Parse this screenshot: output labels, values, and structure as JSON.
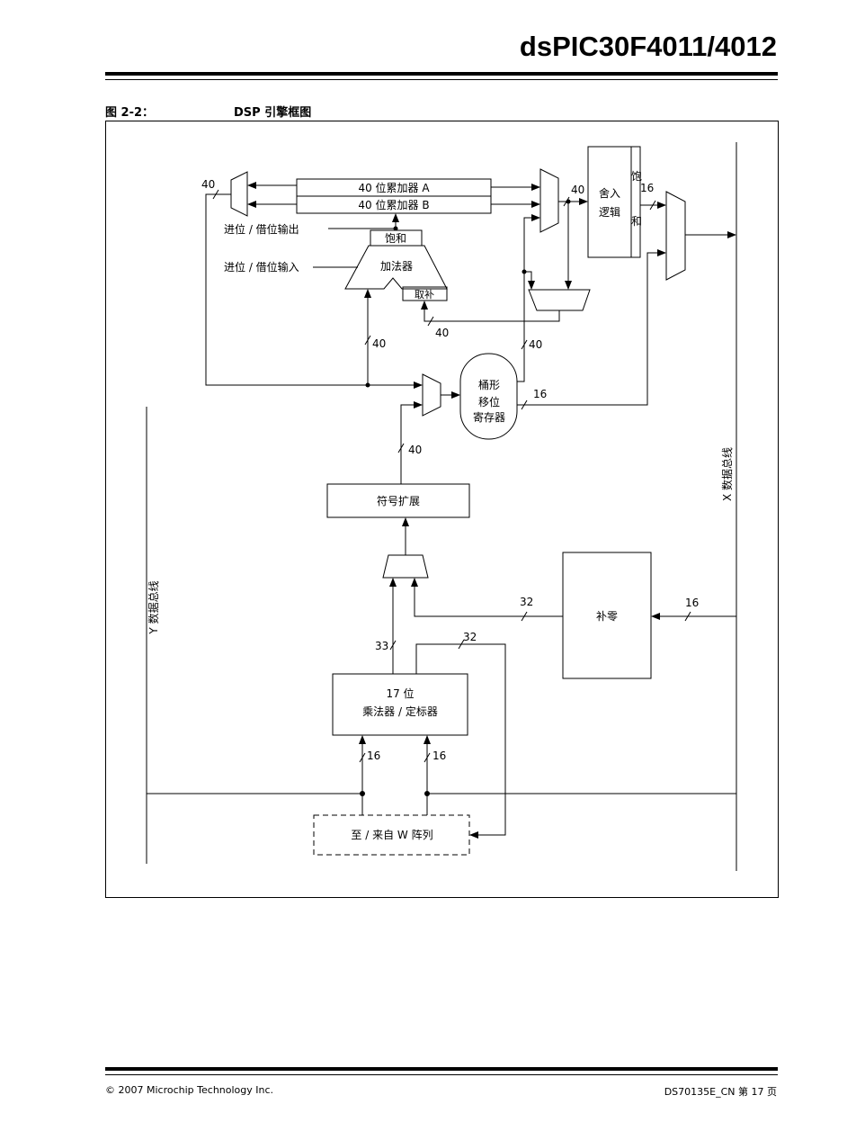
{
  "header": {
    "title": "dsPIC30F4011/4012"
  },
  "figure": {
    "number": "图 2-2：",
    "title": "DSP 引擎框图"
  },
  "diagram": {
    "acc_a": "40 位累加器 A",
    "acc_b": "40 位累加器 B",
    "saturate": "饱和",
    "adder": "加法器",
    "negate": "取补",
    "carry_out": "进位 / 借位输出",
    "carry_in": "进位 / 借位输入",
    "round_line1": "舍入",
    "round_line2": "逻辑",
    "sat_line1": "饱",
    "sat_line2": "和",
    "barrel_line1": "桶形",
    "barrel_line2": "移位",
    "barrel_line3": "寄存器",
    "sign_extend": "符号扩展",
    "zero_pad": "补零",
    "mult_line1": "17 位",
    "mult_line2": "乘法器 / 定标器",
    "w_array": "至 / 来自 W 阵列",
    "x_bus": "X 数据总线",
    "y_bus": "Y 数据总线",
    "w40a": "40",
    "w40b": "40",
    "w16a": "16",
    "w40c": "40",
    "w40d": "40",
    "w40e": "40",
    "w16b": "16",
    "w40f": "40",
    "w32a": "32",
    "w16c": "16",
    "w33": "33",
    "w32b": "32",
    "w16d": "16",
    "w16e": "16"
  },
  "footer": {
    "copyright": "© 2007 Microchip Technology Inc.",
    "doc": "DS70135E_CN 第 17 页"
  }
}
